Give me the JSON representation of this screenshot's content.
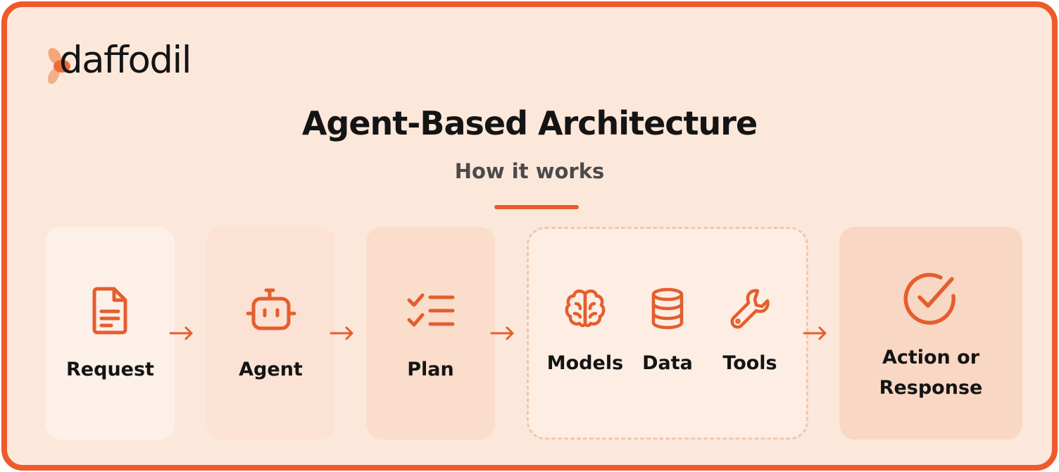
{
  "brand": {
    "logo_text": "daffodil"
  },
  "header": {
    "title": "Agent-Based Architecture",
    "subtitle": "How it works"
  },
  "flow": {
    "request": {
      "label": "Request",
      "icon": "document-icon"
    },
    "agent": {
      "label": "Agent",
      "icon": "robot-icon"
    },
    "plan": {
      "label": "Plan",
      "icon": "checklist-icon"
    },
    "resources": [
      {
        "label": "Models",
        "icon": "brain-icon"
      },
      {
        "label": "Data",
        "icon": "database-icon"
      },
      {
        "label": "Tools",
        "icon": "wrench-icon"
      }
    ],
    "result": {
      "label_line1": "Action or",
      "label_line2": "Response",
      "icon": "check-circle-icon"
    }
  },
  "colors": {
    "accent": "#EE5A2C",
    "icon": "#E45E2E",
    "background": "#FCE8DB",
    "text": "#141414"
  }
}
